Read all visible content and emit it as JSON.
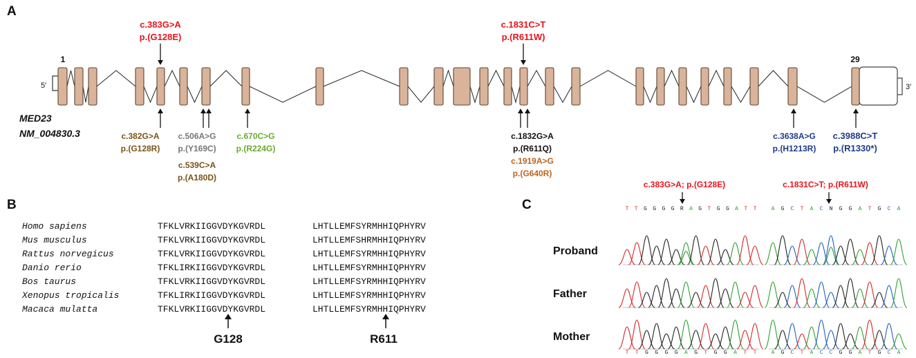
{
  "panels": {
    "a": "A",
    "b": "B",
    "c": "C"
  },
  "colors": {
    "exon_fill": "#d9b39a",
    "exon_stroke": "#5a4636",
    "red": "#e8141c",
    "brown": "#7a5418",
    "gray": "#777777",
    "green": "#6aaa2c",
    "black": "#111111",
    "orange": "#c0621f",
    "navy": "#1f3a8a",
    "trace_a": "#2ca02c",
    "trace_c": "#1f5fbf",
    "trace_g": "#222222",
    "trace_t": "#d62728"
  },
  "gene": {
    "name": "MED23",
    "transcript": "NM_004830.3",
    "five_prime": "5'",
    "three_prime": "3'",
    "first_exon": "1",
    "last_exon": "29"
  },
  "variants_above": [
    {
      "c": "c.383G>A",
      "p": "p.(G128E)",
      "color": "red"
    },
    {
      "c": "c.1831C>T",
      "p": "p.(R611W)",
      "color": "red"
    }
  ],
  "variants_below": [
    {
      "lines": [
        "c.382G>A",
        "p.(G128R)"
      ],
      "colors": [
        "brown",
        "brown"
      ]
    },
    {
      "lines": [
        "c.506A>G",
        "p.(Y169C)"
      ],
      "colors": [
        "gray",
        "gray"
      ]
    },
    {
      "lines": [
        "c.539C>A",
        "p.(A180D)"
      ],
      "colors": [
        "brown",
        "brown"
      ]
    },
    {
      "lines": [
        "c.670C>G",
        "p.(R224G)"
      ],
      "colors": [
        "green",
        "green"
      ]
    },
    {
      "lines": [
        "c.1832G>A",
        "p.(R611Q)",
        "c.1919A>G",
        "p.(G640R)"
      ],
      "colors": [
        "black",
        "black",
        "orange",
        "orange"
      ]
    },
    {
      "lines": [
        "c.3638A>G",
        "p.(H1213R)"
      ],
      "colors": [
        "navy",
        "navy"
      ]
    },
    {
      "lines": [
        "c.3988C>T",
        "p.(R1330*)"
      ],
      "colors": [
        "navy",
        "navy"
      ]
    }
  ],
  "alignment": {
    "species": [
      "Homo sapiens",
      "Mus musculus",
      "Rattus norvegicus",
      "Danio rerio",
      "Bos taurus",
      "Xenopus tropicalis",
      "Macaca mulatta"
    ],
    "seq1": [
      "TFKLVRKIIGGVDYKGVRDL",
      "TFKLVRKIIGGVDYKGVRDL",
      "TFKLVRKIIGGVDYKGVRDL",
      "TFKLIRKIIGGVDYKGVRDL",
      "TFKLVRKIIGGVDYKGVRDL",
      "TFKLIRKIIGGVDYKGVRDL",
      "TFKLVRKIIGGVDYKGVRDL"
    ],
    "seq2": [
      "LHTLLEMFSYRMHHIQPHYRV",
      "LHTLLEMFSHRMHHIQPHYRV",
      "LHTLLEMFSYRMHHIQPHYRV",
      "LHTLLEMFSYRMHHIQPHYRV",
      "LHTLLEMFSYRMHHIQPHYRV",
      "LHTLLEMFSYRMHHIQPHYRV",
      "LHTLLEMFSYRMHHIQPHYRV"
    ],
    "marker1": "G128",
    "marker2": "R611"
  },
  "sanger": {
    "title1": "c.383G>A; p.(G128E)",
    "title2": "c.1831C>T;  p.(R611W)",
    "seq1_top": "TTGGGGRAGTGGATT",
    "seq2_top": "AGCTACNGGATGCA",
    "seq1_bottom": "TTGGGGAGTGGATT",
    "seq2_bottom": "AGCTACCGGATGCA",
    "rows": [
      "Proband",
      "Father",
      "Mother"
    ]
  }
}
